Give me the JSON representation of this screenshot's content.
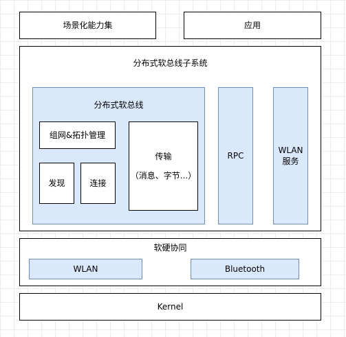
{
  "top": {
    "scene_capability": "场景化能力集",
    "application": "应用"
  },
  "subsystem": {
    "title": "分布式软总线子系统",
    "softbus": {
      "title": "分布式软总线",
      "networking": "组网&拓扑管理",
      "discovery": "发现",
      "connection": "连接",
      "transmission_title": "传输",
      "transmission_detail": "（消息、字节...）"
    },
    "rpc": "RPC",
    "wlan_service_line1": "WLAN",
    "wlan_service_line2": "服务"
  },
  "hardware": {
    "title": "软硬协同",
    "wlan": "WLAN",
    "bluetooth": "Bluetooth"
  },
  "kernel": "Kernel",
  "colors": {
    "module_fill": "#dae8fc",
    "module_stroke": "#6c8ebf",
    "frame_stroke": "#000000"
  }
}
